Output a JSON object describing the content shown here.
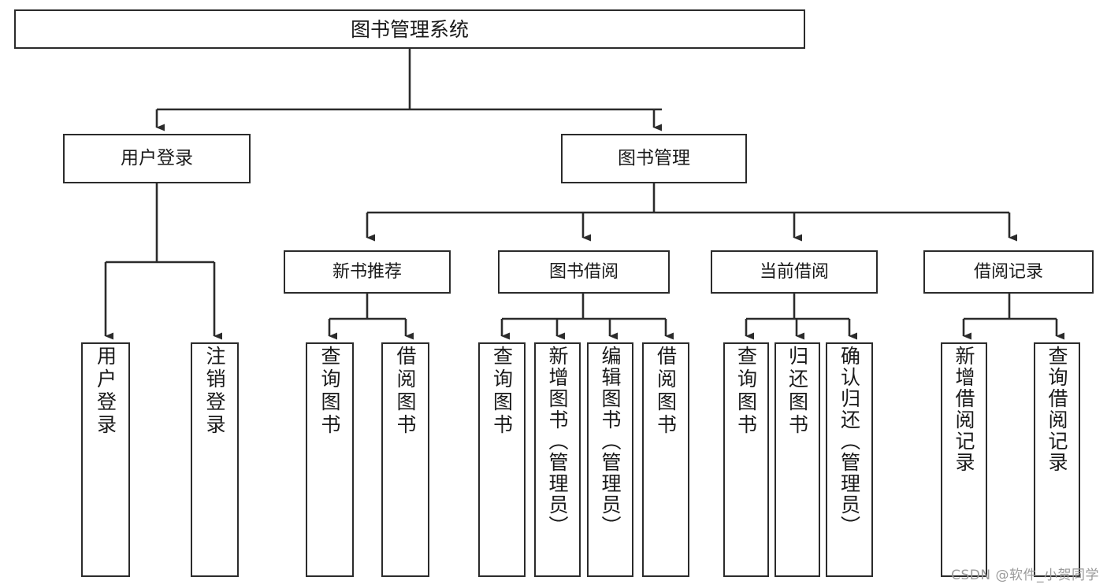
{
  "diagram": {
    "type": "tree",
    "title": "图书管理系统",
    "orientation": "top-down",
    "colors": {
      "background": "#ffffff",
      "box_border": "#2b2b2b",
      "box_fill": "#ffffff",
      "connector": "#2b2b2b",
      "text": "#1a1a1a",
      "watermark": "#9a9a9a"
    },
    "root": {
      "id": "root",
      "label": "图书管理系统",
      "level": 1,
      "text_orientation": "horizontal"
    },
    "level2": [
      {
        "id": "user-login",
        "label": "用户登录",
        "level": 2,
        "text_orientation": "horizontal"
      },
      {
        "id": "book-management",
        "label": "图书管理",
        "level": 2,
        "text_orientation": "horizontal"
      }
    ],
    "level3": [
      {
        "id": "new-book-recommend",
        "label": "新书推荐",
        "level": 3,
        "parent": "book-management",
        "text_orientation": "horizontal"
      },
      {
        "id": "book-borrow",
        "label": "图书借阅",
        "level": 3,
        "parent": "book-management",
        "text_orientation": "horizontal"
      },
      {
        "id": "current-borrow",
        "label": "当前借阅",
        "level": 3,
        "parent": "book-management",
        "text_orientation": "horizontal"
      },
      {
        "id": "borrow-record",
        "label": "借阅记录",
        "level": 3,
        "parent": "book-management",
        "text_orientation": "horizontal"
      }
    ],
    "leaves": [
      {
        "id": "leaf-user-login",
        "label": "用户登录",
        "parent": "user-login",
        "text_orientation": "vertical"
      },
      {
        "id": "leaf-logout-login",
        "label": "注销登录",
        "parent": "user-login",
        "text_orientation": "vertical"
      },
      {
        "id": "leaf-query-book-1",
        "label": "查询图书",
        "parent": "new-book-recommend",
        "text_orientation": "vertical"
      },
      {
        "id": "leaf-borrow-book-1",
        "label": "借阅图书",
        "parent": "new-book-recommend",
        "text_orientation": "vertical"
      },
      {
        "id": "leaf-query-book-2",
        "label": "查询图书",
        "parent": "book-borrow",
        "text_orientation": "vertical"
      },
      {
        "id": "leaf-add-book-admin",
        "label": "新增图书（管理员）",
        "parent": "book-borrow",
        "text_orientation": "vertical"
      },
      {
        "id": "leaf-edit-book-admin",
        "label": "编辑图书（管理员）",
        "parent": "book-borrow",
        "text_orientation": "vertical"
      },
      {
        "id": "leaf-borrow-book-2",
        "label": "借阅图书",
        "parent": "book-borrow",
        "text_orientation": "vertical"
      },
      {
        "id": "leaf-query-book-3",
        "label": "查询图书",
        "parent": "current-borrow",
        "text_orientation": "vertical"
      },
      {
        "id": "leaf-return-book",
        "label": "归还图书",
        "parent": "current-borrow",
        "text_orientation": "vertical"
      },
      {
        "id": "leaf-confirm-return-admin",
        "label": "确认归还（管理员）",
        "parent": "current-borrow",
        "text_orientation": "vertical"
      },
      {
        "id": "leaf-add-borrow-record",
        "label": "新增借阅记录",
        "parent": "borrow-record",
        "text_orientation": "vertical"
      },
      {
        "id": "leaf-query-borrow-record",
        "label": "查询借阅记录",
        "parent": "borrow-record",
        "text_orientation": "vertical"
      }
    ]
  },
  "watermark": {
    "text": "CSDN @软件_小贺同学"
  }
}
